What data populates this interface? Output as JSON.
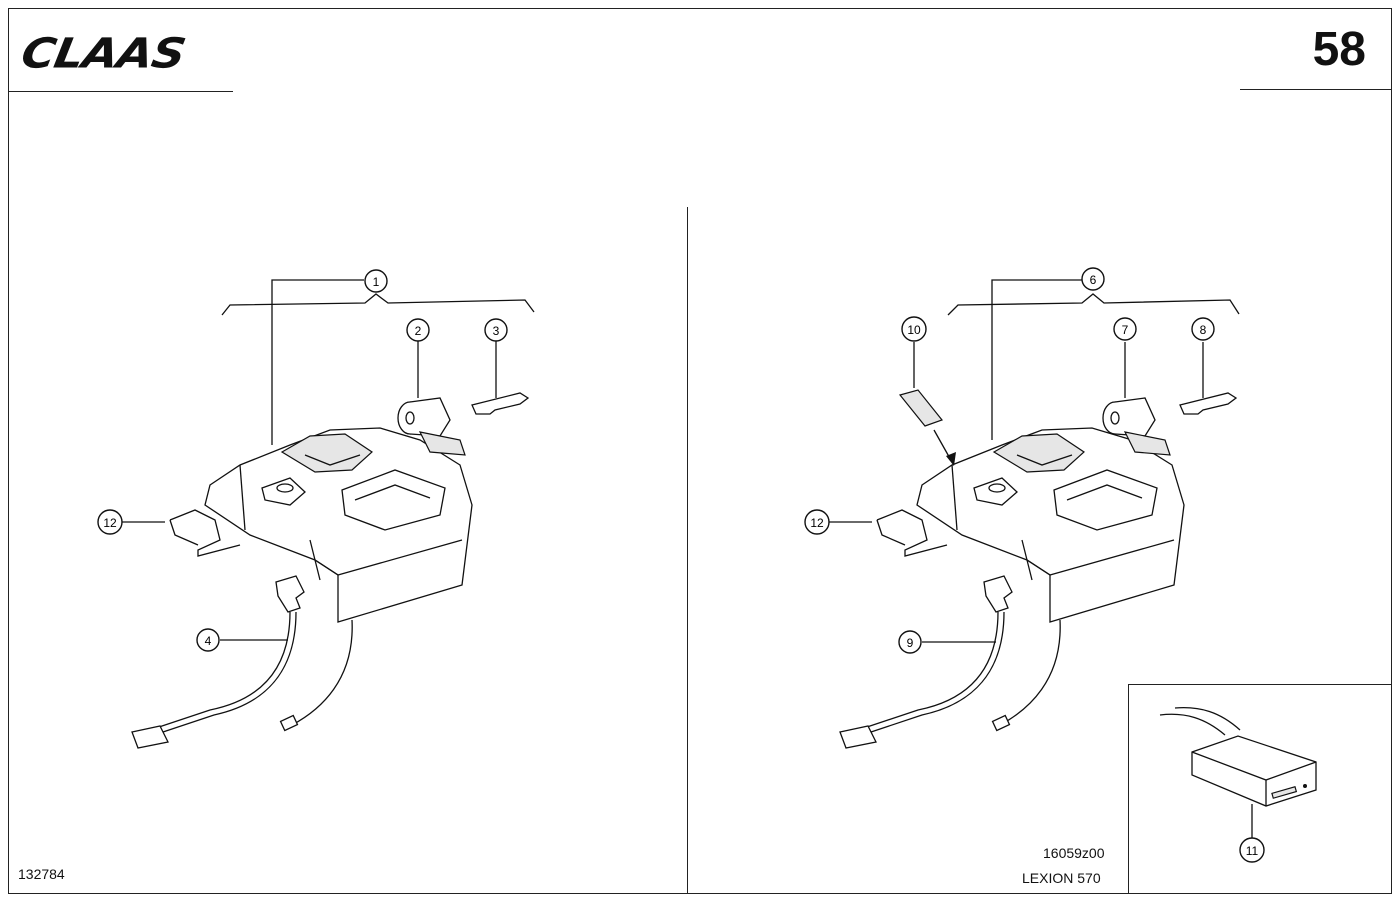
{
  "header": {
    "brand": "CLAAS",
    "page_number": "58"
  },
  "footer": {
    "left_code": "132784",
    "drawing_code": "16059z00",
    "model": "LEXION 570"
  },
  "callouts": {
    "c1": "1",
    "c2": "2",
    "c3": "3",
    "c4": "4",
    "c6": "6",
    "c7": "7",
    "c8": "8",
    "c9": "9",
    "c10": "10",
    "c11": "11",
    "c12a": "12",
    "c12b": "12"
  }
}
